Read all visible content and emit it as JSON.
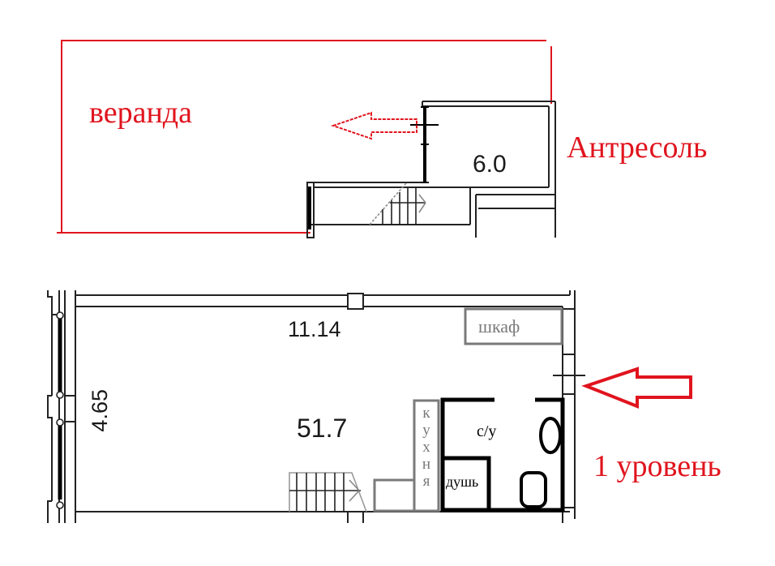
{
  "colors": {
    "annotation_red": "#e0141e",
    "wall_black": "#000000",
    "line_dark": "#222222",
    "furniture_gray": "#7a7a7a",
    "background": "#ffffff"
  },
  "mezzanine": {
    "title": "Антресоль",
    "veranda_label": "веранда",
    "area": "6.0",
    "exit_arrow": {
      "direction": "left",
      "icon": "arrow-left-outline-icon"
    }
  },
  "level1": {
    "title": "1 уровень",
    "total_area": "51.7",
    "width_dimension": "11.14",
    "depth_dimension": "4.65",
    "entry_arrow": {
      "direction": "left",
      "icon": "arrow-left-outline-icon"
    },
    "rooms": {
      "wardrobe": "шкаф",
      "kitchen_letters": [
        "к",
        "у",
        "х",
        "н",
        "я"
      ],
      "bathroom": "с/у",
      "shower": "душь"
    }
  }
}
